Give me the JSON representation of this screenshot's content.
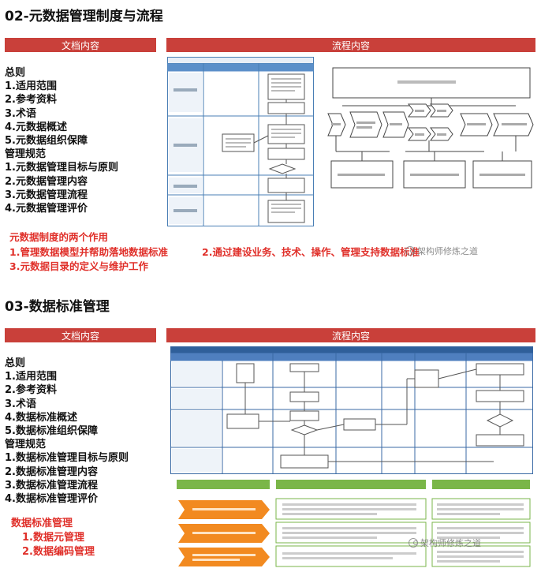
{
  "section1": {
    "title": "02-元数据管理制度与流程",
    "bar_left": "文档内容",
    "bar_right": "流程内容",
    "toc": [
      "总则",
      "1.适用范围",
      "2.参考资料",
      "3.术语",
      "4.元数据概述",
      "5.元数据组织保障",
      "管理规范",
      "1.元数据管理目标与原则",
      "2.元数据管理内容",
      "3.元数据管理流程",
      "4.元数据管理评价"
    ],
    "roles_heading": "元数据制度的两个作用",
    "roles_line1": "1.管理数据模型并帮助落地数据标准",
    "roles_line1b": "2.通过建设业务、技术、操作、管理支持数据标准",
    "roles_line2": "3.元数据目录的定义与维护工作"
  },
  "section2": {
    "title": "03-数据标准管理",
    "bar_left": "文档内容",
    "bar_right": "流程内容",
    "toc": [
      "总则",
      "1.适用范围",
      "2.参考资料",
      "3.术语",
      "4.数据标准概述",
      "5.数据标准组织保障",
      "管理规范",
      "1.数据标准管理目标与原则",
      "2.数据标准管理内容",
      "3.数据标准管理流程",
      "4.数据标准管理评价"
    ],
    "mgmt_heading": "数据标准管理",
    "mgmt_items": [
      "1.数据元管理",
      "2.数据编码管理"
    ]
  },
  "watermark": "架构师修炼之道",
  "colors": {
    "accent_red": "#c9403a",
    "text_red": "#e0302a"
  }
}
